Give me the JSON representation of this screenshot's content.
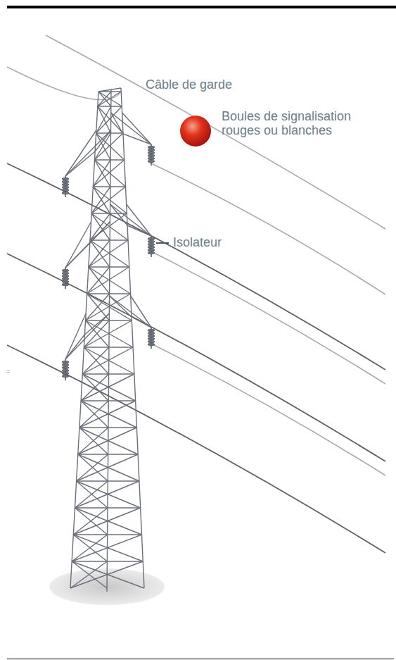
{
  "diagram": {
    "labels": [
      "Câble de garde",
      "Boules de signalisation rouges ou blanches",
      "Isolateur",
      "="
    ]
  }
}
